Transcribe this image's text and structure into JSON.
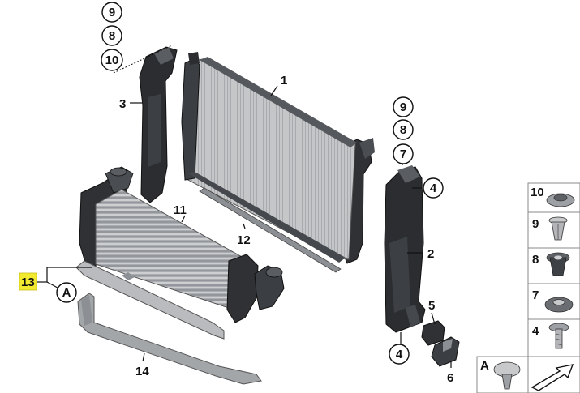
{
  "diagram": {
    "callouts": {
      "c1": "1",
      "c2": "2",
      "c3": "3",
      "c5": "5",
      "c6": "6",
      "c11": "11",
      "c12": "12",
      "c13": "13",
      "c14": "14",
      "left_9": "9",
      "left_8": "8",
      "left_10": "10",
      "right_9": "9",
      "right_8": "8",
      "right_7": "7",
      "right_4_top": "4",
      "right_4_bottom": "4",
      "ref_a": "A"
    },
    "legend": {
      "items": [
        {
          "label": "10",
          "icon": "flat-washer-nut-icon"
        },
        {
          "label": "9",
          "icon": "expanding-rivet-icon"
        },
        {
          "label": "8",
          "icon": "spreading-nut-icon"
        },
        {
          "label": "7",
          "icon": "rubber-grommet-icon"
        },
        {
          "label": "4",
          "icon": "hex-screw-icon"
        }
      ],
      "ref_label": "A",
      "ref_icon": "push-clip-icon",
      "arrow_icon": "direction-arrow-icon"
    },
    "colors": {
      "highlight": "#f2ea2e",
      "part_dark": "#2b2d30",
      "part_mid": "#6e7175",
      "part_light": "#c9cbcd"
    }
  }
}
